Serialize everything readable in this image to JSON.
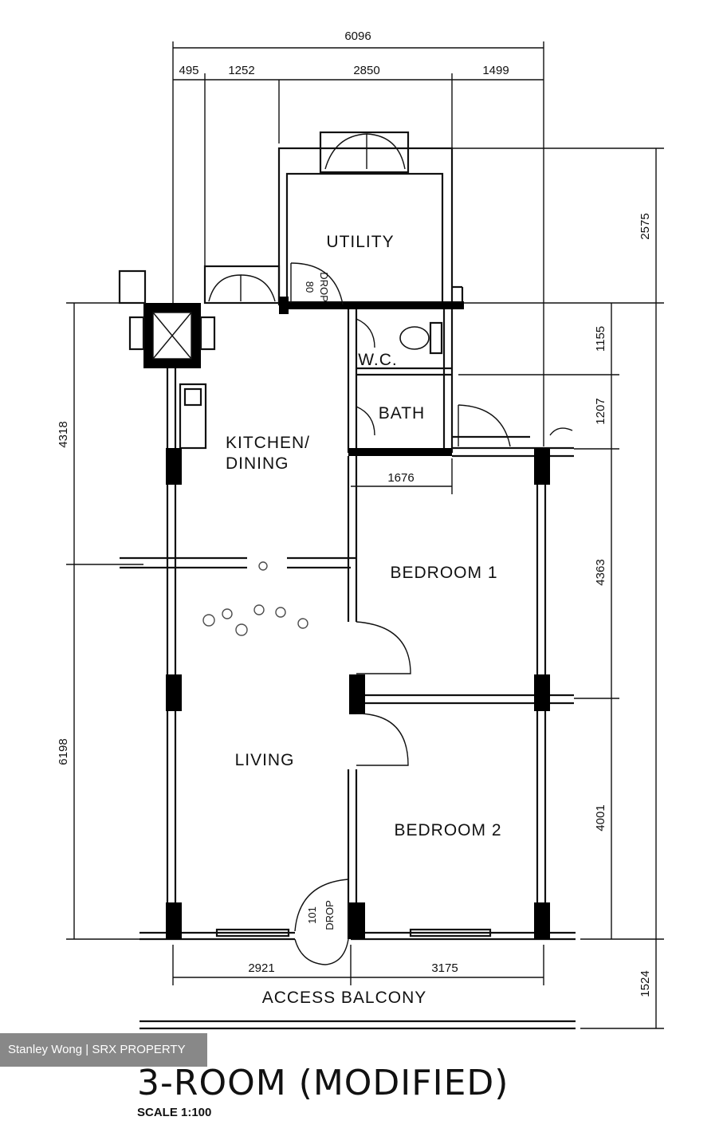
{
  "plan": {
    "title": "3-ROOM (MODIFIED)",
    "scale": "SCALE 1:100",
    "rooms": {
      "utility": "UTILITY",
      "wc": "W.C.",
      "bath": "BATH",
      "kitchen_line1": "KITCHEN/",
      "kitchen_line2": "DINING",
      "bedroom1": "BEDROOM 1",
      "living": "LIVING",
      "bedroom2": "BEDROOM 2",
      "access_balcony": "ACCESS BALCONY"
    },
    "drop_labels": {
      "upper_number": "80",
      "upper_drop": "DROP",
      "lower_number": "101",
      "lower_drop": "DROP"
    },
    "dimensions": {
      "top_total": "6096",
      "top_1": "495",
      "top_2": "1252",
      "top_3": "2850",
      "top_4": "1499",
      "right_outer_1": "2575",
      "right_outer_2": "1524",
      "right_inner_1": "1155",
      "right_inner_2": "1207",
      "right_inner_3": "4363",
      "right_inner_4": "4001",
      "left_1": "4318",
      "left_2": "6198",
      "bath_width": "1676",
      "bottom_1": "2921",
      "bottom_2": "3175"
    }
  },
  "watermark": "Stanley Wong | SRX PROPERTY"
}
